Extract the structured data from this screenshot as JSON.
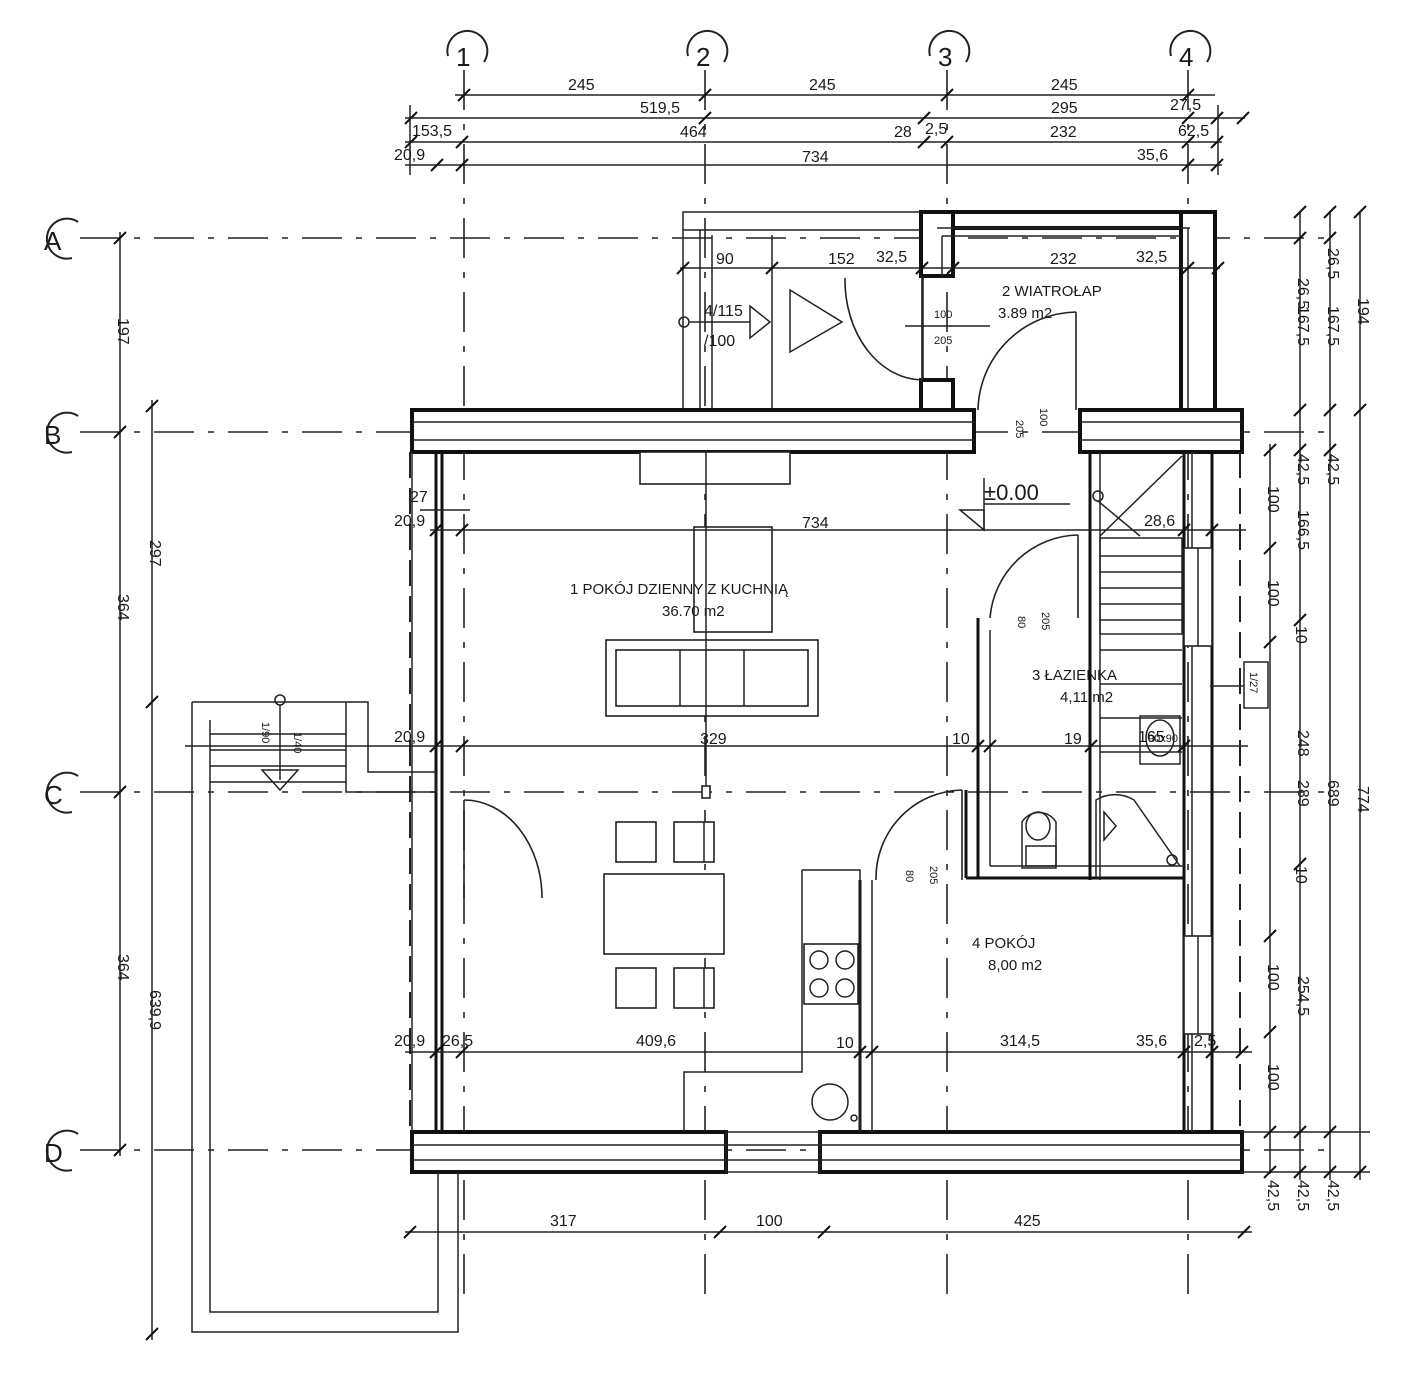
{
  "axes": {
    "columns": [
      "1",
      "2",
      "3",
      "4"
    ],
    "rows": [
      "A",
      "B",
      "C",
      "D"
    ]
  },
  "rooms": {
    "r1": {
      "name": "1 POKÓJ DZIENNY Z KUCHNIĄ",
      "area": "36.70 m2"
    },
    "r2": {
      "name": "2 WIATROŁAP",
      "area": "3.89 m2"
    },
    "r3": {
      "name": "3 ŁAZIENKA",
      "area": "4,11 m2"
    },
    "r4": {
      "name": "4 POKÓJ",
      "area": "8,00 m2"
    }
  },
  "level": "±0.00",
  "dims_top": {
    "row1": [
      "245",
      "245",
      "245"
    ],
    "row2": [
      "519,5",
      "295",
      "27,5"
    ],
    "row3": [
      "153,5",
      "464",
      "28",
      "2,5",
      "232",
      "62,5"
    ],
    "row4": [
      "20,9",
      "734",
      "35,6"
    ]
  },
  "dims_vestibule": [
    "90",
    "152",
    "32,5",
    "232",
    "32,5"
  ],
  "dims_interior": {
    "row1": [
      "27",
      "20,9",
      "734",
      "28,6"
    ],
    "row2": [
      "20,9",
      "329",
      "10",
      "19",
      "165"
    ],
    "row3": [
      "20,9",
      "26,5",
      "409,6",
      "10",
      "314,5",
      "35,6",
      "2,5"
    ]
  },
  "dims_bottom": [
    "317",
    "100",
    "425"
  ],
  "dims_left": {
    "outer": [
      "197",
      "364",
      "364"
    ],
    "inner": [
      "297",
      "639,9"
    ]
  },
  "dims_right": {
    "c1": [
      "100",
      "100",
      "248",
      "100",
      "100"
    ],
    "c2": [
      "289"
    ],
    "c3": [
      "26,5",
      "167,5",
      "42,5",
      "166,5",
      "10",
      "10",
      "254,5",
      "42,5",
      "42,5"
    ],
    "c4": [
      "26,5",
      "167,5",
      "42,5",
      "689",
      "42,5"
    ],
    "c5": [
      "194",
      "774"
    ]
  },
  "openings": {
    "window_vest": [
      "4/115",
      "/100"
    ],
    "door_vest": [
      "100",
      "205"
    ],
    "door_entry": [
      "205",
      "100"
    ],
    "door_bath": [
      "80",
      "205"
    ],
    "door_room4": [
      "80",
      "205"
    ],
    "window_right": "1/27",
    "terrace_a": "1/90",
    "terrace_b": "1/40",
    "shower": "90x90"
  }
}
